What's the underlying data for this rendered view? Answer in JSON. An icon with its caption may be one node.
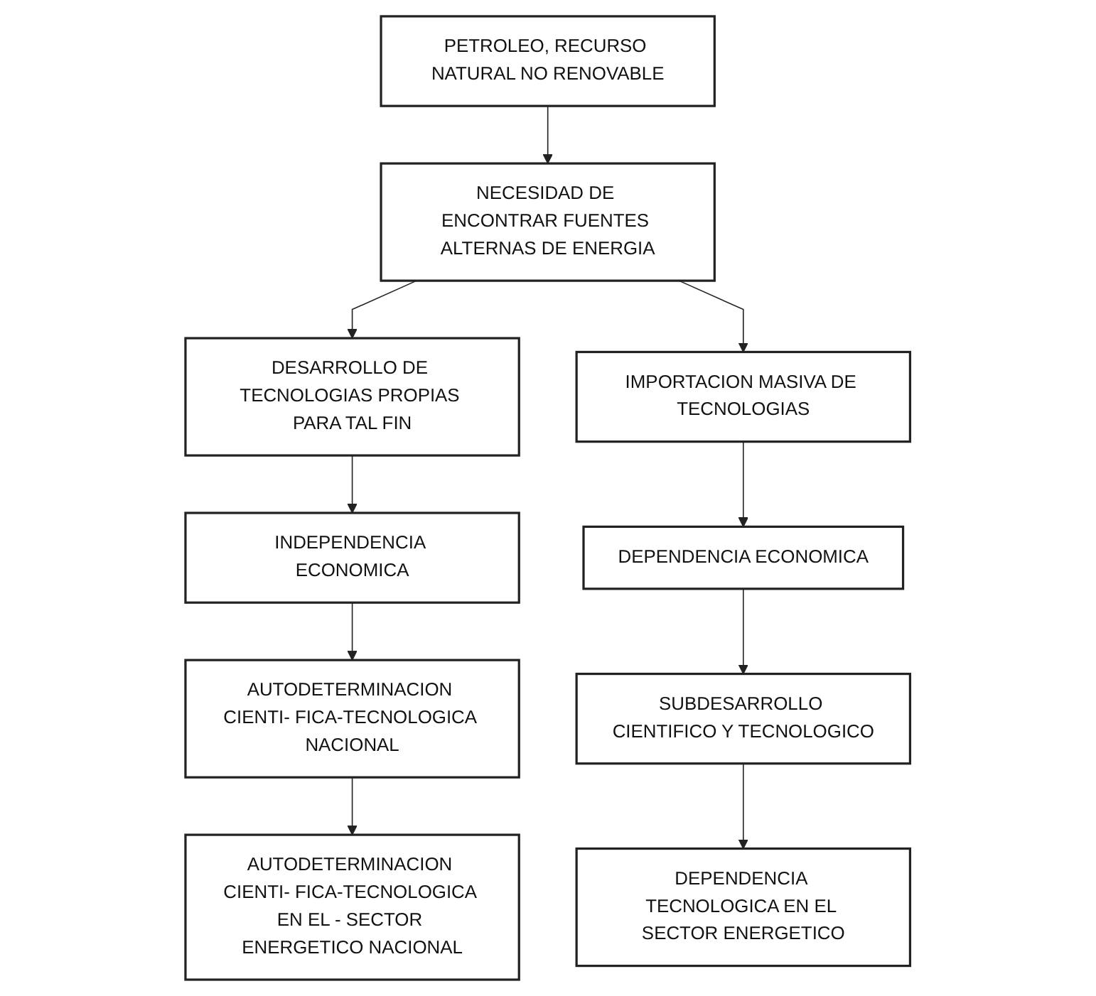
{
  "diagram": {
    "nodes": [
      {
        "text": [
          "PETROLEO, RECURSO NATURAL NO RENOVABLE"
        ]
      },
      {
        "text": [
          "NECESIDAD DE ENCONTRAR FUENTES ALTERNAS DE ENERGIA"
        ]
      },
      {
        "text": [
          "DESARROLLO DE TECNOLOGIAS PROPIAS PARA TAL FIN"
        ]
      },
      {
        "text": [
          "IMPORTACION MASIVA DE TECNOLOGIAS"
        ]
      },
      {
        "text": [
          "INDEPENDENCIA ECONOMICA"
        ]
      },
      {
        "text": [
          "DEPENDENCIA ECONOMICA"
        ]
      },
      {
        "text": [
          "AUTODETERMINACION CIENTI- FICA-TECNOLOGICA NACIONAL"
        ]
      },
      {
        "text": [
          "SUBDESARROLLO CIENTIFICO Y TECNOLOGICO"
        ]
      },
      {
        "text": [
          "AUTODETERMINACION CIENTI- FICA-TECNOLOGICA EN EL - SECTOR ENERGETICO NACIONAL"
        ]
      },
      {
        "text": [
          "DEPENDENCIA TECNOLOGICA EN EL SECTOR ENERGETICO"
        ]
      }
    ],
    "edges": [
      {
        "from": 0,
        "to": 1,
        "arrow": "to"
      },
      {
        "from": 1,
        "to": 2,
        "arrow": "to"
      },
      {
        "from": 1,
        "to": 3,
        "arrow": "to"
      },
      {
        "from": 2,
        "to": 4,
        "arrow": "to"
      },
      {
        "from": 3,
        "to": 5,
        "arrow": "to"
      },
      {
        "from": 4,
        "to": 6,
        "arrow": "to"
      },
      {
        "from": 5,
        "to": 7,
        "arrow": "to"
      },
      {
        "from": 6,
        "to": 8,
        "arrow": "to"
      },
      {
        "from": 7,
        "to": 9,
        "arrow": "to"
      }
    ]
  }
}
